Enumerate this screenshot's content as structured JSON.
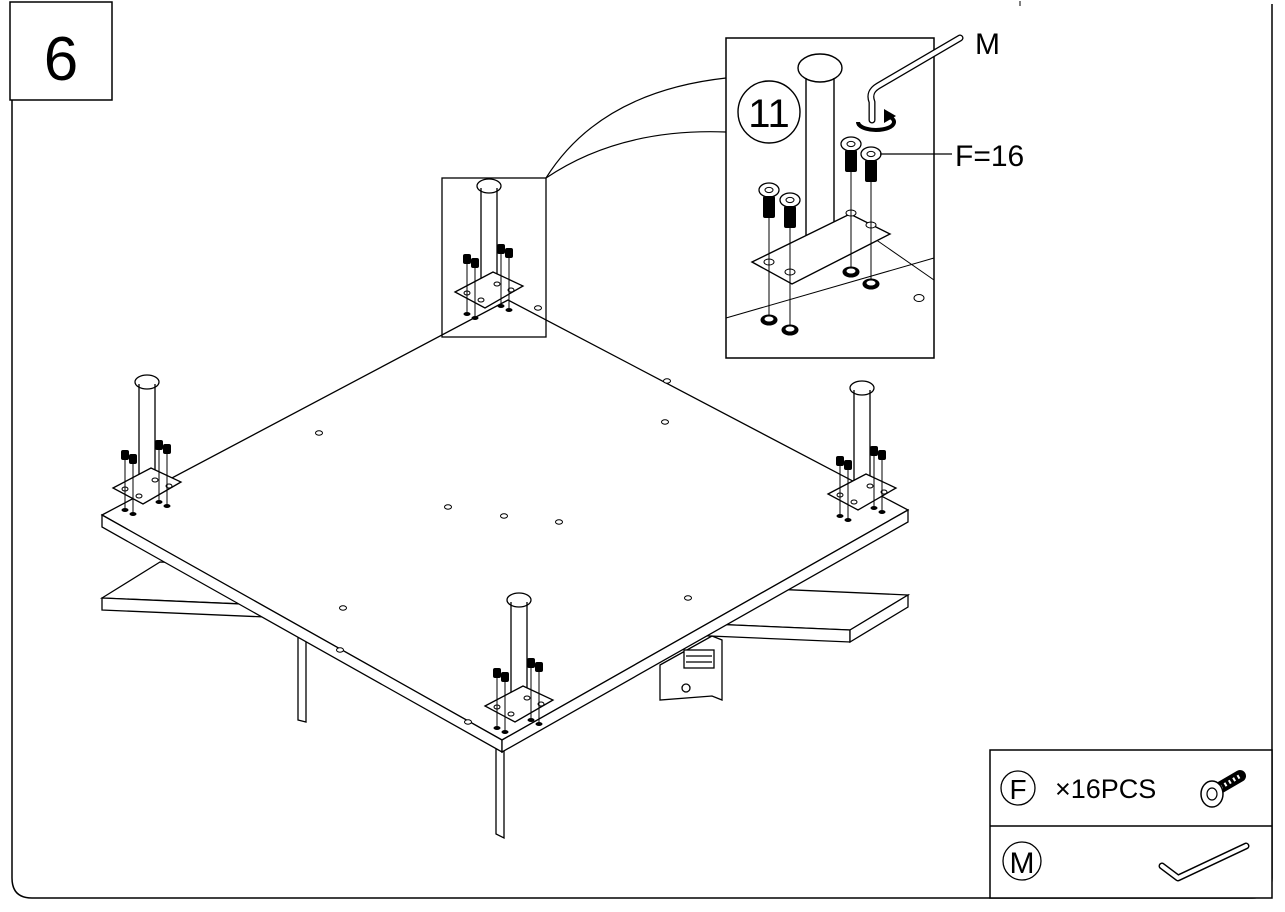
{
  "step": {
    "number": "6"
  },
  "detail": {
    "part_number": "11",
    "tool_label": "M",
    "screw_label": "F=16"
  },
  "parts_legend": [
    {
      "letter": "F",
      "quantity": "×16PCS",
      "icon": "screw-icon"
    },
    {
      "letter": "M",
      "quantity": "",
      "icon": "allen-key-icon"
    }
  ]
}
